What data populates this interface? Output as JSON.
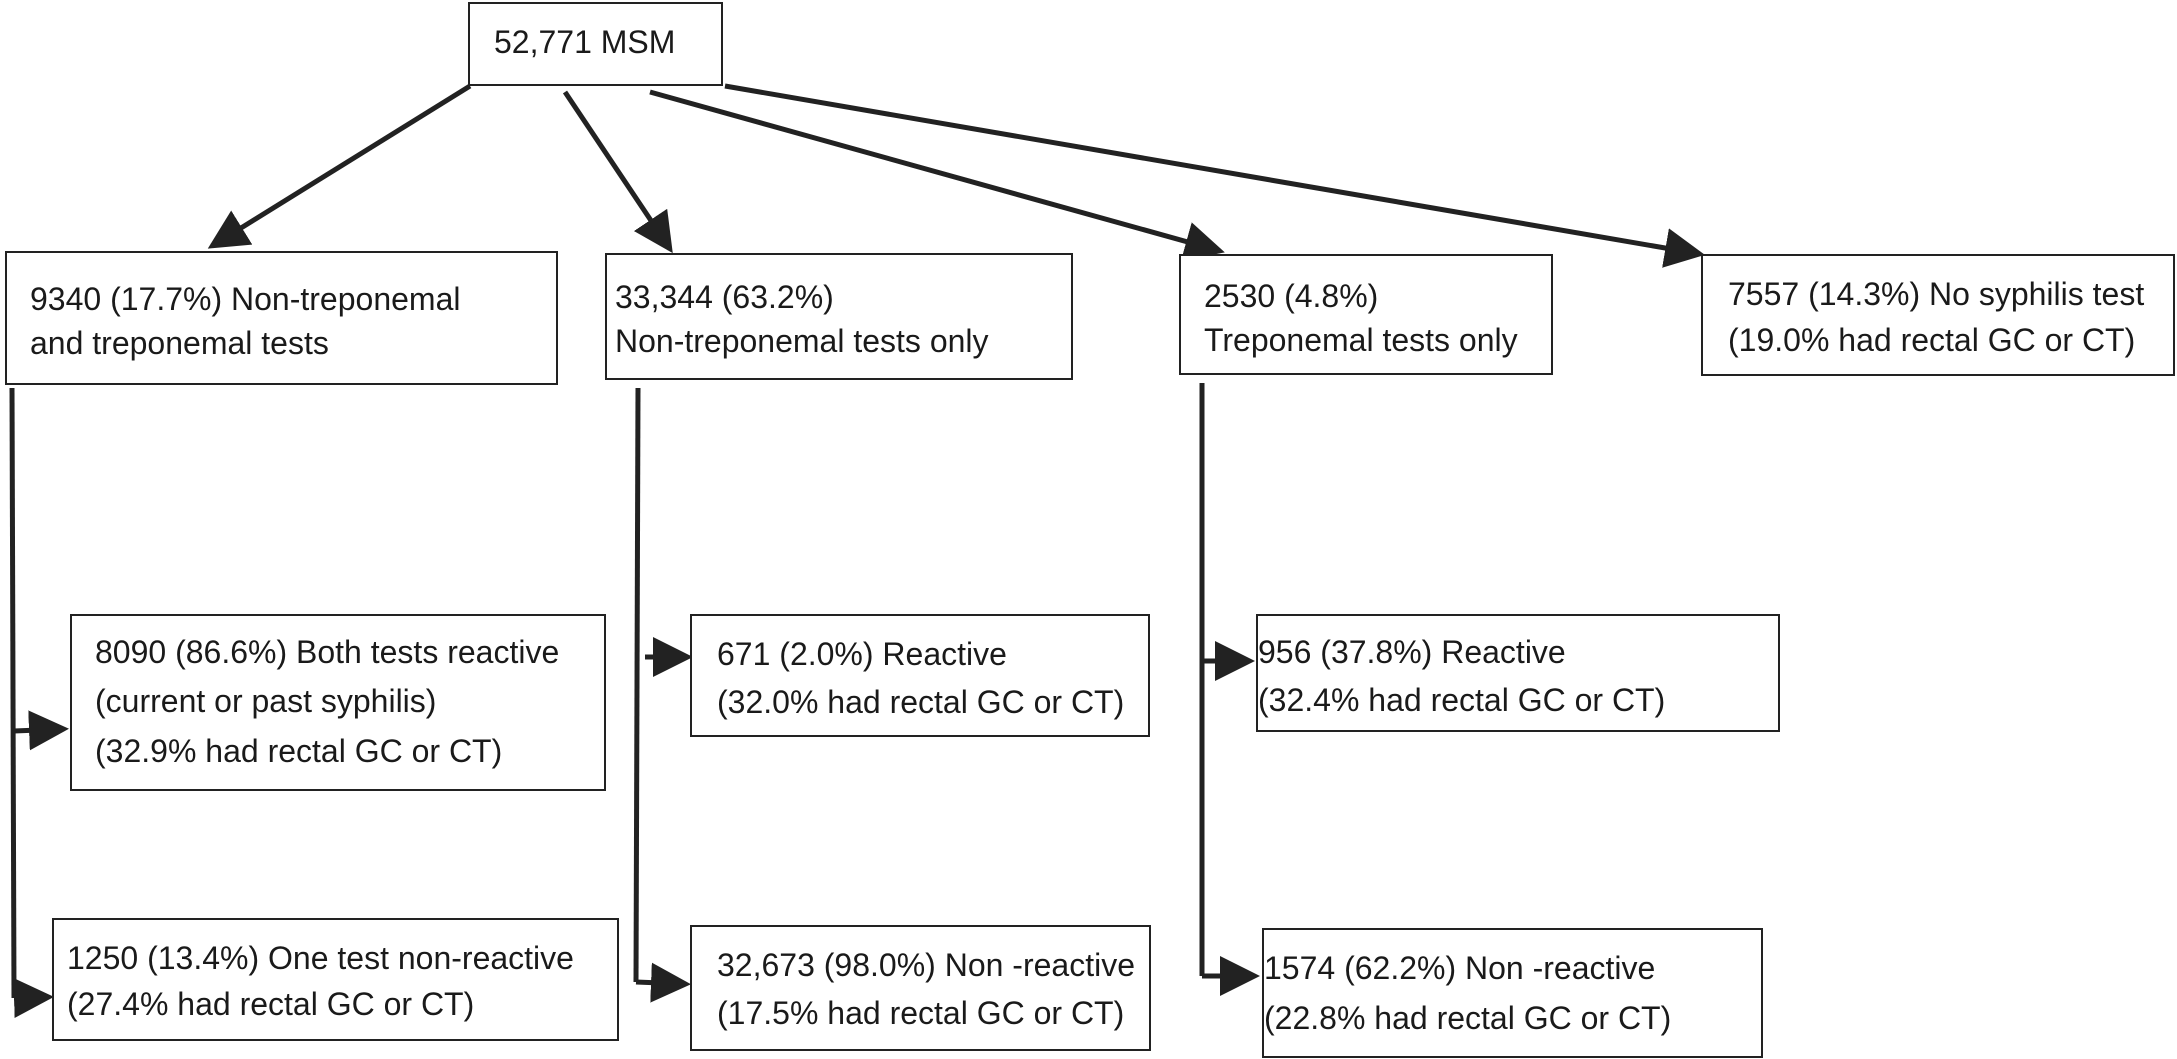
{
  "nodes": {
    "root": {
      "lines": [
        "52,771 MSM"
      ]
    },
    "both_tests": {
      "lines": [
        "9340 (17.7%) Non-treponemal",
        "and treponemal tests"
      ]
    },
    "nontrep_only": {
      "lines": [
        "33,344 (63.2%)",
        "Non-treponemal tests only"
      ]
    },
    "trep_only": {
      "lines": [
        "2530 (4.8%)",
        "Treponemal tests only"
      ]
    },
    "no_test": {
      "lines": [
        "7557 (14.3%) No syphilis test",
        "(19.0% had rectal GC or CT)"
      ]
    },
    "both_reactive": {
      "lines": [
        "8090 (86.6%) Both tests reactive",
        "(current or past syphilis)",
        "(32.9% had rectal GC or CT)"
      ]
    },
    "one_nonreactive": {
      "lines": [
        "1250 (13.4%) One test non-reactive",
        "(27.4% had rectal GC or CT)"
      ]
    },
    "nontrep_reactive": {
      "lines": [
        "671 (2.0%) Reactive",
        "(32.0% had rectal GC or CT)"
      ]
    },
    "nontrep_nonreactive": {
      "lines": [
        "32,673 (98.0%) Non -reactive",
        "(17.5% had rectal GC or CT)"
      ]
    },
    "trep_reactive": {
      "lines": [
        "956 (37.8%) Reactive",
        "(32.4% had rectal GC or CT)"
      ]
    },
    "trep_nonreactive": {
      "lines": [
        "1574 (62.2%) Non -reactive",
        "(22.8% had rectal GC or CT)"
      ]
    }
  },
  "colors": {
    "line": "#222222",
    "box_border": "#222222",
    "text": "#1a1a1a"
  }
}
